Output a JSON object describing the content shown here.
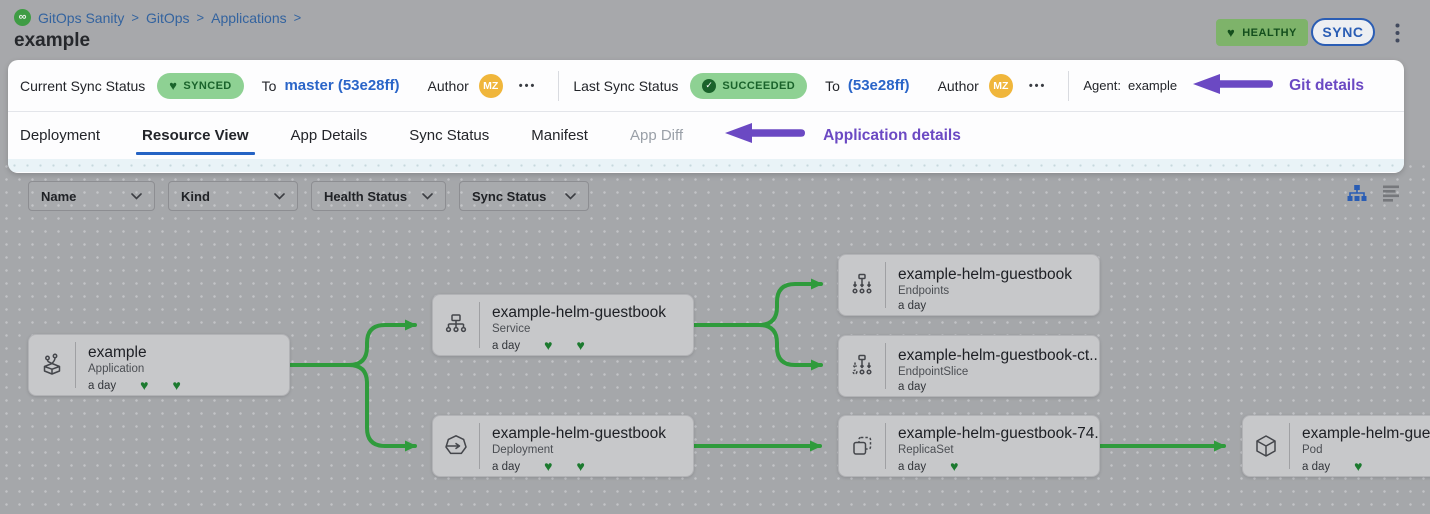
{
  "breadcrumb": {
    "items": [
      "GitOps Sanity",
      "GitOps",
      "Applications"
    ],
    "separator": ">"
  },
  "page": {
    "title": "example"
  },
  "header": {
    "health_badge": "HEALTHY",
    "heart_icon": "♥",
    "sync_button": "SYNC"
  },
  "sync_bar": {
    "current": {
      "label": "Current Sync Status",
      "status": "SYNCED",
      "to_label": "To",
      "commit": "master (53e28ff)",
      "author_label": "Author",
      "author_initials": "MZ",
      "more": "•••"
    },
    "last": {
      "label": "Last Sync Status",
      "status": "SUCCEEDED",
      "check": "✓",
      "to_label": "To",
      "commit": "(53e28ff)",
      "author_label": "Author",
      "author_initials": "MZ",
      "more": "•••"
    },
    "agent": {
      "label": "Agent:",
      "value": "example"
    },
    "annotation": "Git details"
  },
  "tabs": {
    "items": [
      {
        "label": "Deployment"
      },
      {
        "label": "Resource View"
      },
      {
        "label": "App Details"
      },
      {
        "label": "Sync Status"
      },
      {
        "label": "Manifest"
      },
      {
        "label": "App Diff"
      }
    ],
    "active": "Resource View",
    "annotation": "Application details"
  },
  "filters": [
    {
      "label": "Name"
    },
    {
      "label": "Kind"
    },
    {
      "label": "Health Status"
    },
    {
      "label": "Sync Status"
    }
  ],
  "nodes": [
    {
      "title": "example",
      "kind": "Application",
      "age": "a day",
      "hearts": 2
    },
    {
      "title": "example-helm-guestbook",
      "kind": "Service",
      "age": "a day",
      "hearts": 2
    },
    {
      "title": "example-helm-guestbook",
      "kind": "Endpoints",
      "age": "a day",
      "hearts": 0
    },
    {
      "title": "example-helm-guestbook-ct...",
      "kind": "EndpointSlice",
      "age": "a day",
      "hearts": 0
    },
    {
      "title": "example-helm-guestbook",
      "kind": "Deployment",
      "age": "a day",
      "hearts": 2
    },
    {
      "title": "example-helm-guestbook-74...",
      "kind": "ReplicaSet",
      "age": "a day",
      "hearts": 1
    },
    {
      "title": "example-helm-guest",
      "kind": "Pod",
      "age": "a day",
      "hearts": 1
    }
  ],
  "colors": {
    "annotation_purple": "#6b49c3",
    "edge_green": "#2f9b3c",
    "status_green_bg": "#8ed193",
    "status_green_text": "#1a632b",
    "healthy_badge_bg": "#7eb36a",
    "link_blue": "#2a65c8",
    "active_tab_blue": "#2563c4",
    "avatar_orange": "#f0b63b"
  }
}
